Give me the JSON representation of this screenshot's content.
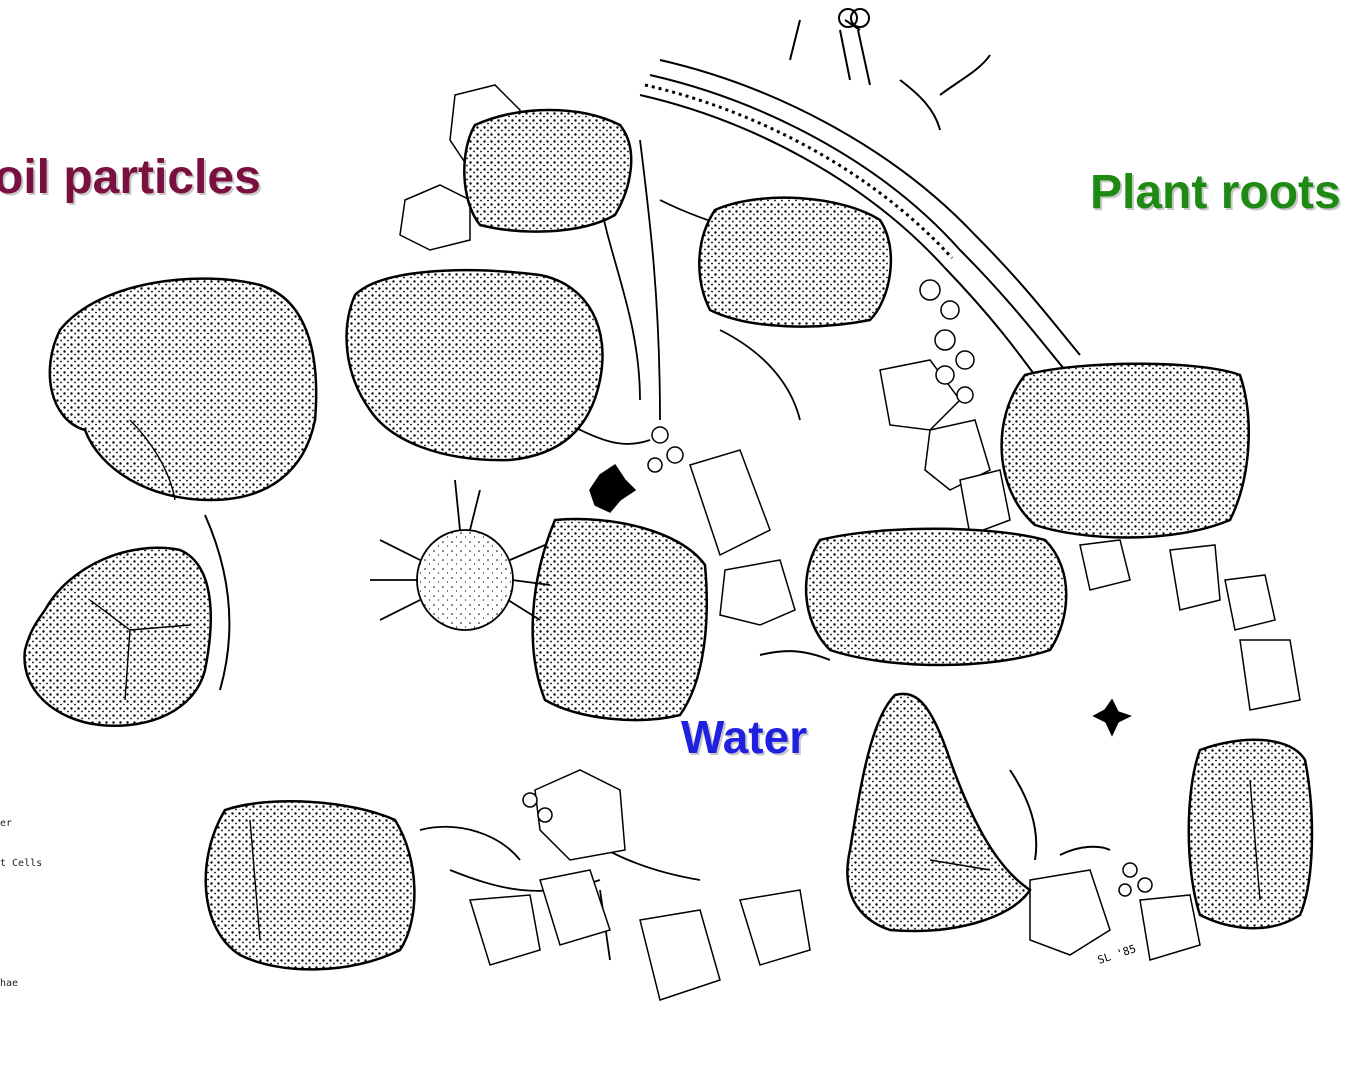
{
  "labels": {
    "soil": "oil particles",
    "roots": "Plant roots",
    "water": "Water"
  },
  "label_colors": {
    "soil": "#7a1040",
    "roots": "#1e8a14",
    "water": "#2020e0"
  },
  "legend_fragments": [
    "er",
    "t Cells",
    "hae"
  ],
  "signature": "SL '85"
}
